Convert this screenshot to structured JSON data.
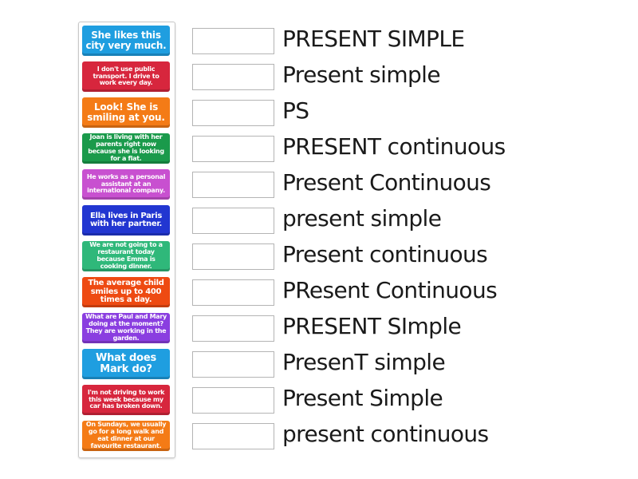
{
  "activity": {
    "type": "match-up",
    "cards": [
      {
        "text": "She likes this city very much.",
        "color": "#1f9ee0",
        "size": "l"
      },
      {
        "text": "I don't use public transport. I drive to work every day.",
        "color": "#d7263d",
        "size": "s"
      },
      {
        "text": "Look! She is smiling at you.",
        "color": "#f47b16",
        "size": "l"
      },
      {
        "text": "Joan is living with her parents right now because she is looking for a flat.",
        "color": "#1a9a4b",
        "size": "s"
      },
      {
        "text": "He works as a personal assistant at an international company.",
        "color": "#c850d0",
        "size": "s"
      },
      {
        "text": "Ella lives in Paris with her partner.",
        "color": "#2236d1",
        "size": "m"
      },
      {
        "text": "We are not going to a restaurant today because Emma is cooking dinner.",
        "color": "#2fb87a",
        "size": "s"
      },
      {
        "text": "The average child smiles up to 400 times a day.",
        "color": "#ee4a12",
        "size": "m"
      },
      {
        "text": "What are Paul and Mary doing at the moment? They are working in the garden.",
        "color": "#8a3ee0",
        "size": "s"
      },
      {
        "text": "What does Mark do?",
        "color": "#1f9ee0",
        "size": "xl"
      },
      {
        "text": "I'm not driving to work this week because my car has broken down.",
        "color": "#d7263d",
        "size": "s"
      },
      {
        "text": "On Sundays, we usually go for a long walk and eat dinner at our favourite restaurant.",
        "color": "#f47b16",
        "size": "s"
      }
    ],
    "targets": [
      {
        "label": "PRESENT SIMPLE",
        "value": ""
      },
      {
        "label": "Present simple",
        "value": ""
      },
      {
        "label": "PS",
        "value": ""
      },
      {
        "label": "PRESENT continuous",
        "value": ""
      },
      {
        "label": "Present Continuous",
        "value": ""
      },
      {
        "label": "present simple",
        "value": ""
      },
      {
        "label": "Present continuous",
        "value": ""
      },
      {
        "label": "PResent Continuous",
        "value": ""
      },
      {
        "label": "PRESENT SImple",
        "value": ""
      },
      {
        "label": "PresenT simple",
        "value": ""
      },
      {
        "label": "Present Simple",
        "value": ""
      },
      {
        "label": "present continuous",
        "value": ""
      }
    ]
  }
}
